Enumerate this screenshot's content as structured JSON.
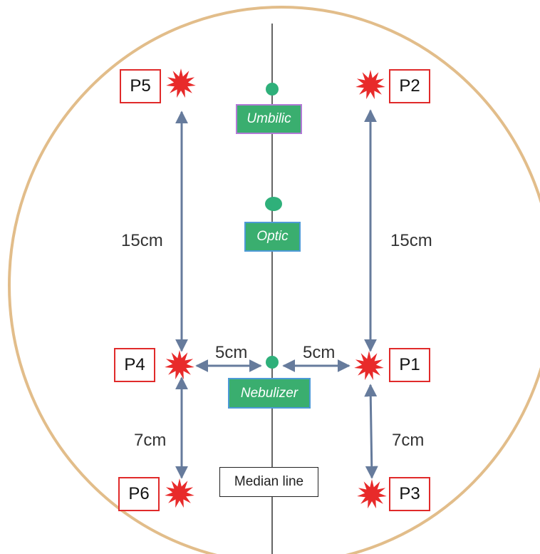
{
  "ports": {
    "p1": "P1",
    "p2": "P2",
    "p3": "P3",
    "p4": "P4",
    "p5": "P5",
    "p6": "P6"
  },
  "landmarks": {
    "umbilic": "Umbilic",
    "optic": "Optic",
    "nebulizer": "Nebulizer",
    "median_line": "Median line"
  },
  "distances": {
    "left_vertical_upper": "15cm",
    "right_vertical_upper": "15cm",
    "left_horizontal": "5cm",
    "right_horizontal": "5cm",
    "left_vertical_lower": "7cm",
    "right_vertical_lower": "7cm"
  },
  "colors": {
    "abdomen_outline": "#e2bd8a",
    "port_marker": "#e82a2a",
    "landmark_fill": "#3aae6f",
    "landmark_dot": "#2fb07a",
    "arrow": "#667b9c",
    "median_line": "#333333"
  }
}
